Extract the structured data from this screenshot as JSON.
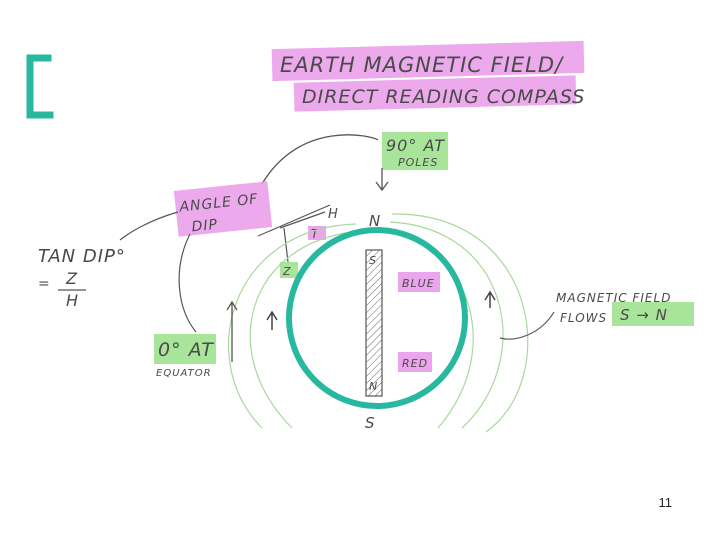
{
  "title": {
    "line1": "EARTH MAGNETIC FIELD/",
    "line2": "DIRECT READING COMPASS"
  },
  "labels": {
    "poles_a": "90° AT",
    "poles_b": "POLES",
    "angle_a": "ANGLE OF",
    "angle_b": "DIP",
    "h": "H",
    "t": "T",
    "z": "Z",
    "north_top": "N",
    "south_bottom": "S",
    "needle_s": "S",
    "needle_n": "N",
    "blue": "BLUE",
    "red": "RED",
    "tan_dip": "TAN DIP°",
    "formula_eq": "=",
    "formula_num": "Z",
    "formula_den": "H",
    "equator_a": "0° AT",
    "equator_b": "EQUATOR",
    "field_a": "MAGNETIC FIELD",
    "field_b": "FLOWS",
    "field_c": "S → N"
  },
  "page_number": "11",
  "colors": {
    "pink_highlight": "#e99bea",
    "green_highlight": "#9ee28f",
    "globe_teal": "#28b8a0",
    "ink": "#4a4a4a",
    "field_lines": "#a9d89c"
  }
}
